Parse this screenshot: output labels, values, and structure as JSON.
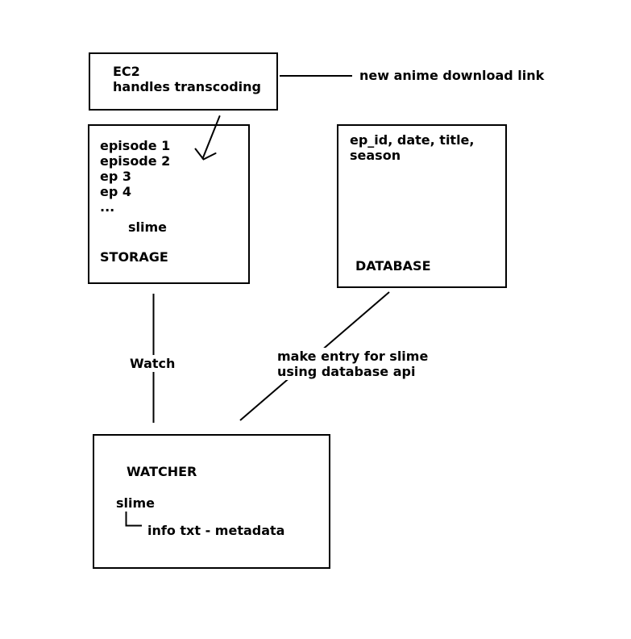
{
  "colors": {
    "ink": "#000000",
    "background": "#ffffff"
  },
  "ec2_box": {
    "line1": "EC2",
    "line2": "handles transcoding"
  },
  "download_link_label": "new anime download link",
  "storage_box": {
    "items": [
      "episode 1",
      "episode 2",
      "ep 3",
      "ep 4",
      "..."
    ],
    "highlight_item": "slime",
    "label": "STORAGE"
  },
  "database_box": {
    "fields_line1": "ep_id, date, title,",
    "fields_line2": "season",
    "label": "DATABASE"
  },
  "watch_edge_label": "Watch",
  "db_entry_edge_label": {
    "line1": "make entry for slime",
    "line2": "using database api"
  },
  "watcher_box": {
    "label": "WATCHER",
    "item": "slime",
    "item_detail": "info txt - metadata"
  }
}
